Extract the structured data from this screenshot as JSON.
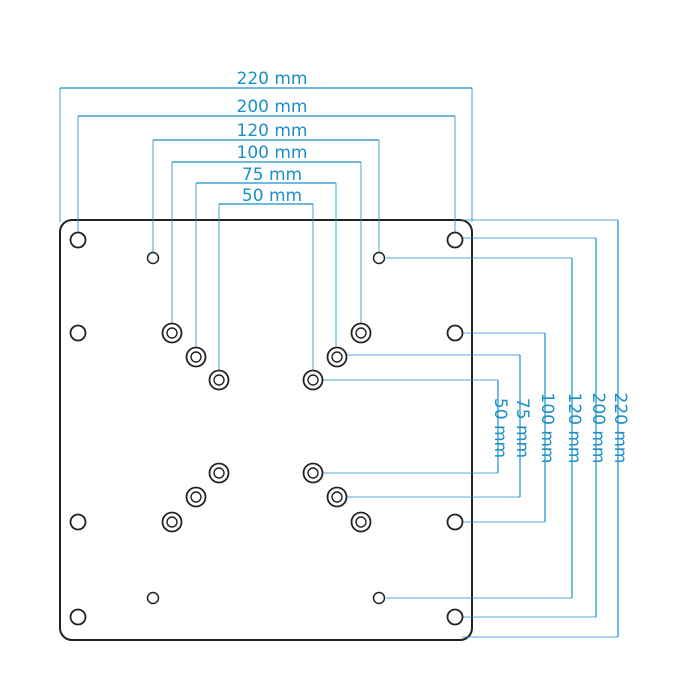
{
  "colors": {
    "dimension": "#1a8fc8",
    "plate_outline": "#222222",
    "hole_fill": "#ffffff"
  },
  "dimensions": {
    "horizontal": [
      "220 mm",
      "200 mm",
      "120 mm",
      "100 mm",
      "75 mm",
      "50 mm"
    ],
    "vertical": [
      "220 mm",
      "200 mm",
      "120 mm",
      "100 mm",
      "75 mm",
      "50 mm"
    ]
  },
  "hole_patterns_mm": [
    220,
    200,
    120,
    100,
    75,
    50
  ]
}
